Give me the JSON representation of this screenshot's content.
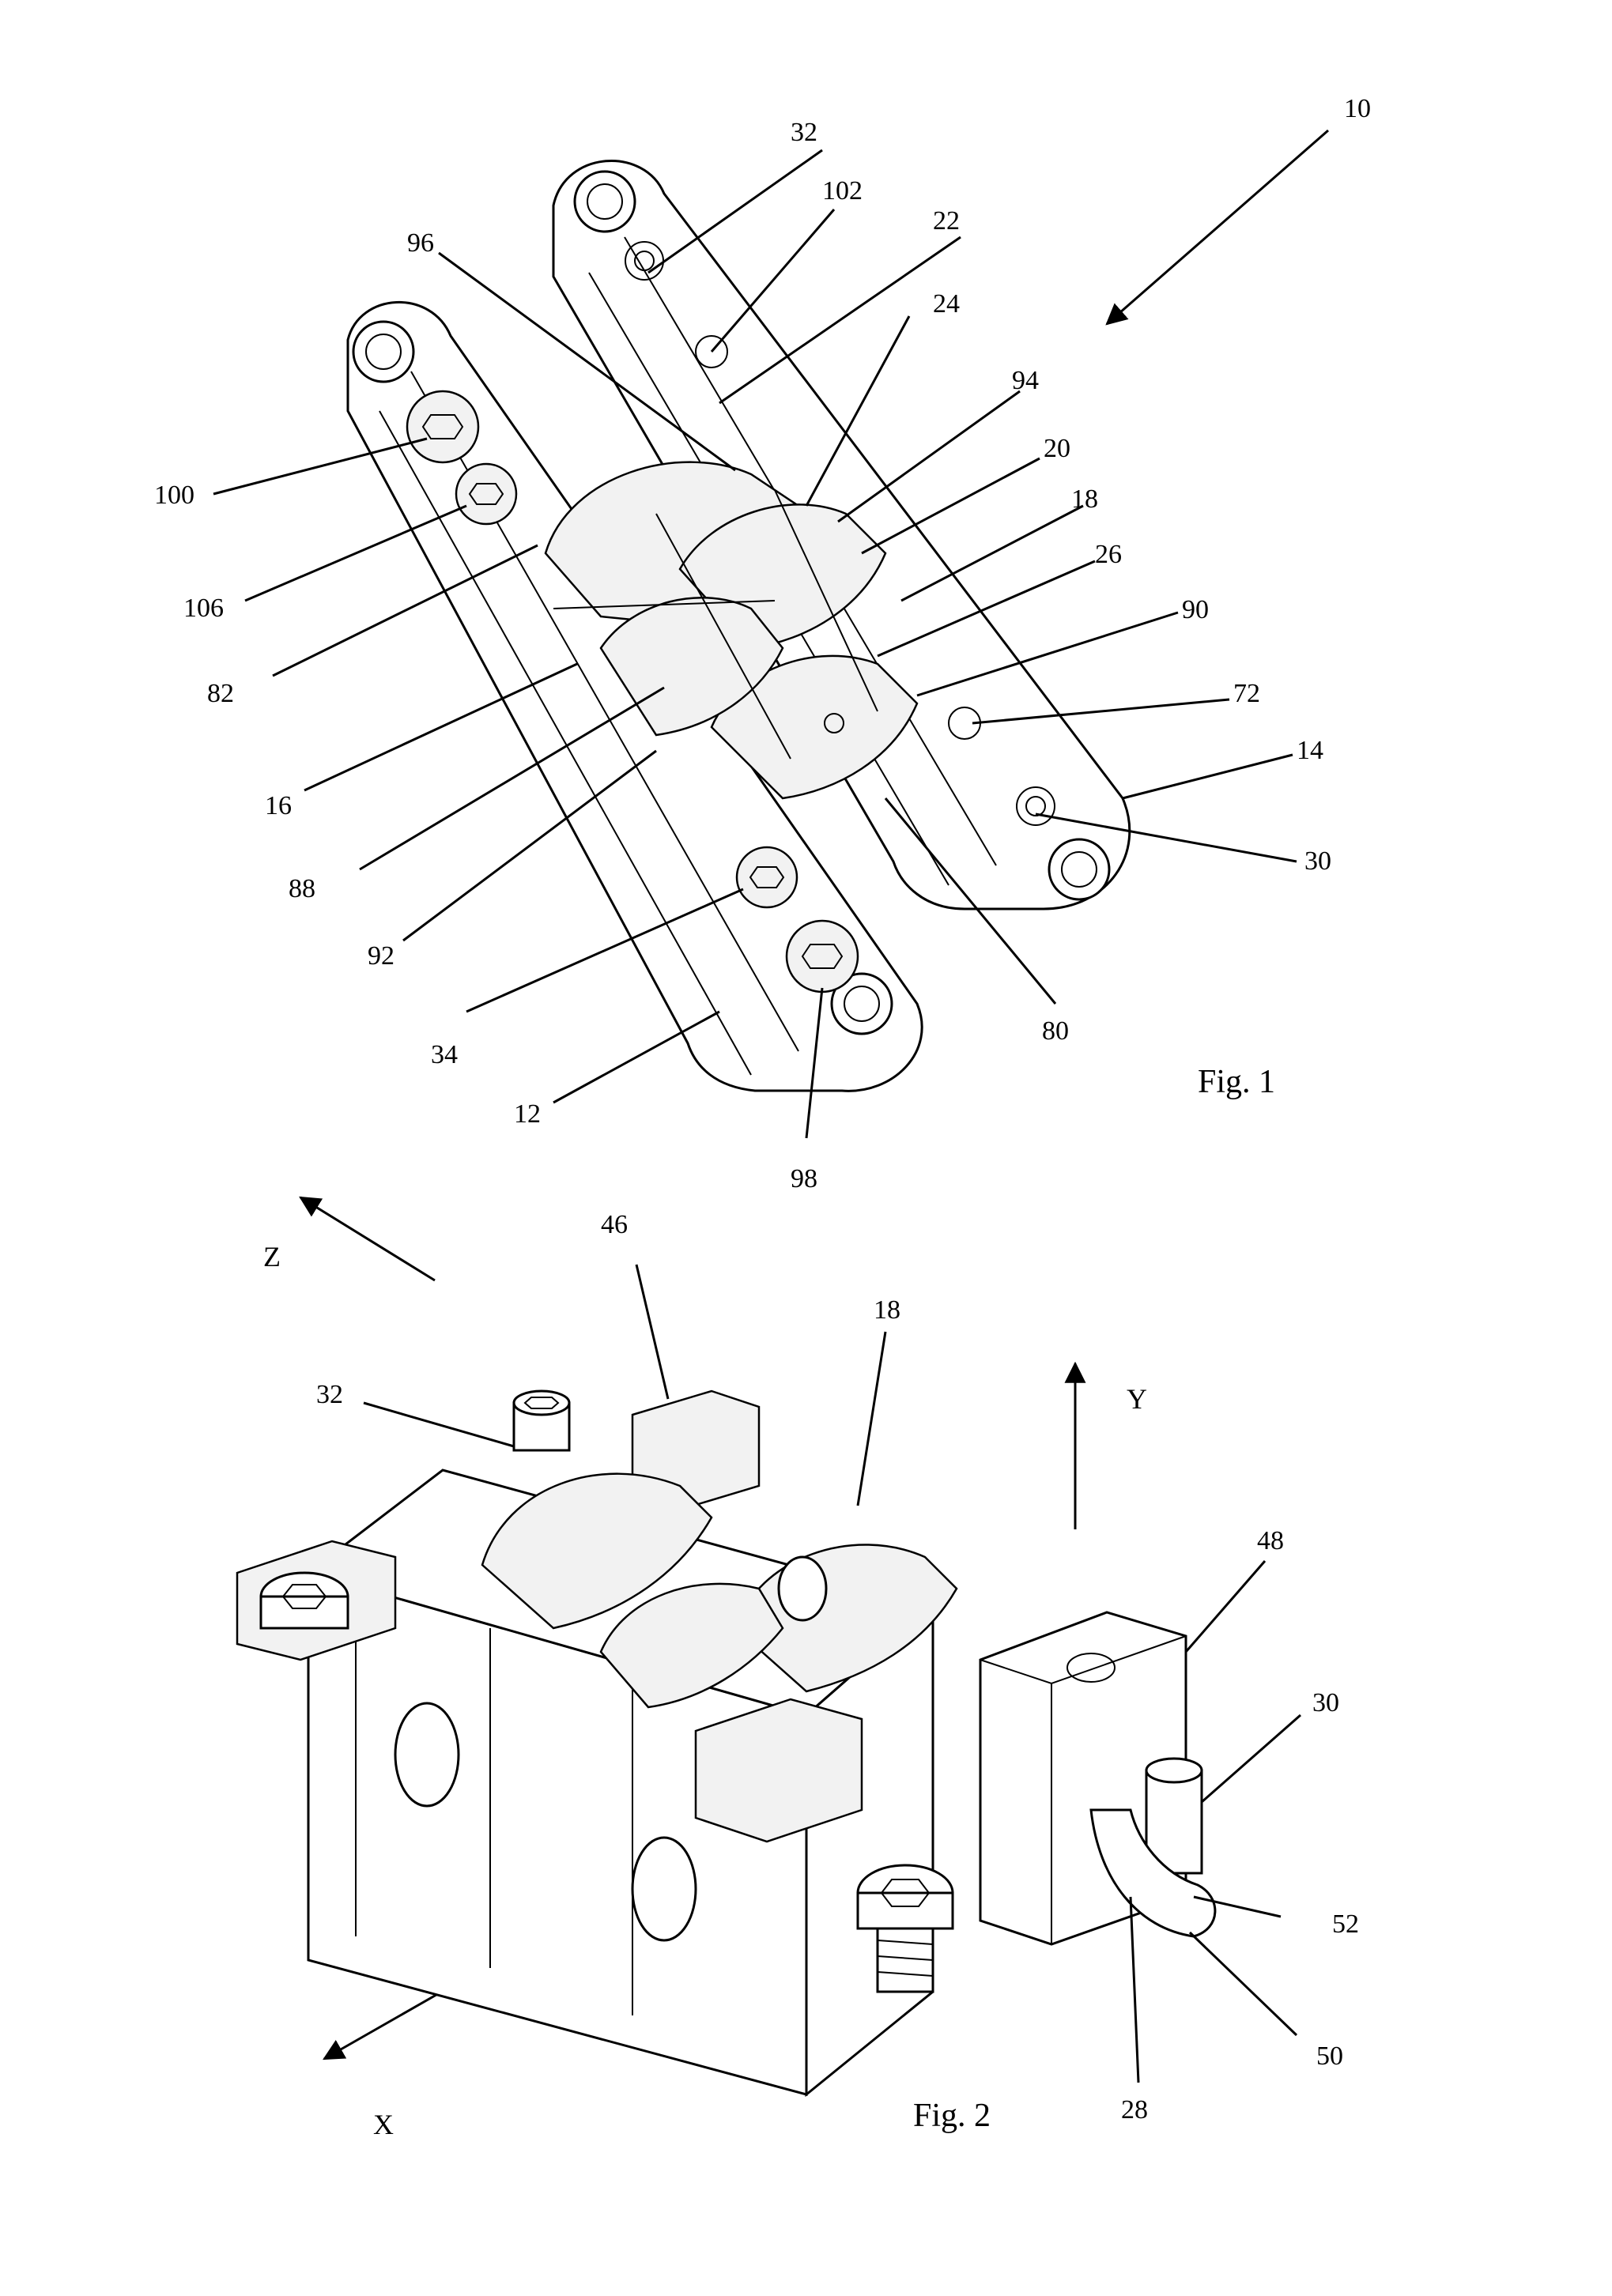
{
  "figures": [
    {
      "caption": "Fig. 1",
      "labels": [
        "10",
        "32",
        "102",
        "22",
        "96",
        "24",
        "94",
        "20",
        "18",
        "26",
        "90",
        "72",
        "14",
        "30",
        "100",
        "106",
        "82",
        "16",
        "88",
        "92",
        "34",
        "12",
        "98",
        "80"
      ]
    },
    {
      "caption": "Fig. 2",
      "labels": [
        "46",
        "18",
        "32",
        "48",
        "30",
        "52",
        "50",
        "28"
      ],
      "axes": [
        "Z",
        "Y",
        "X"
      ]
    }
  ]
}
